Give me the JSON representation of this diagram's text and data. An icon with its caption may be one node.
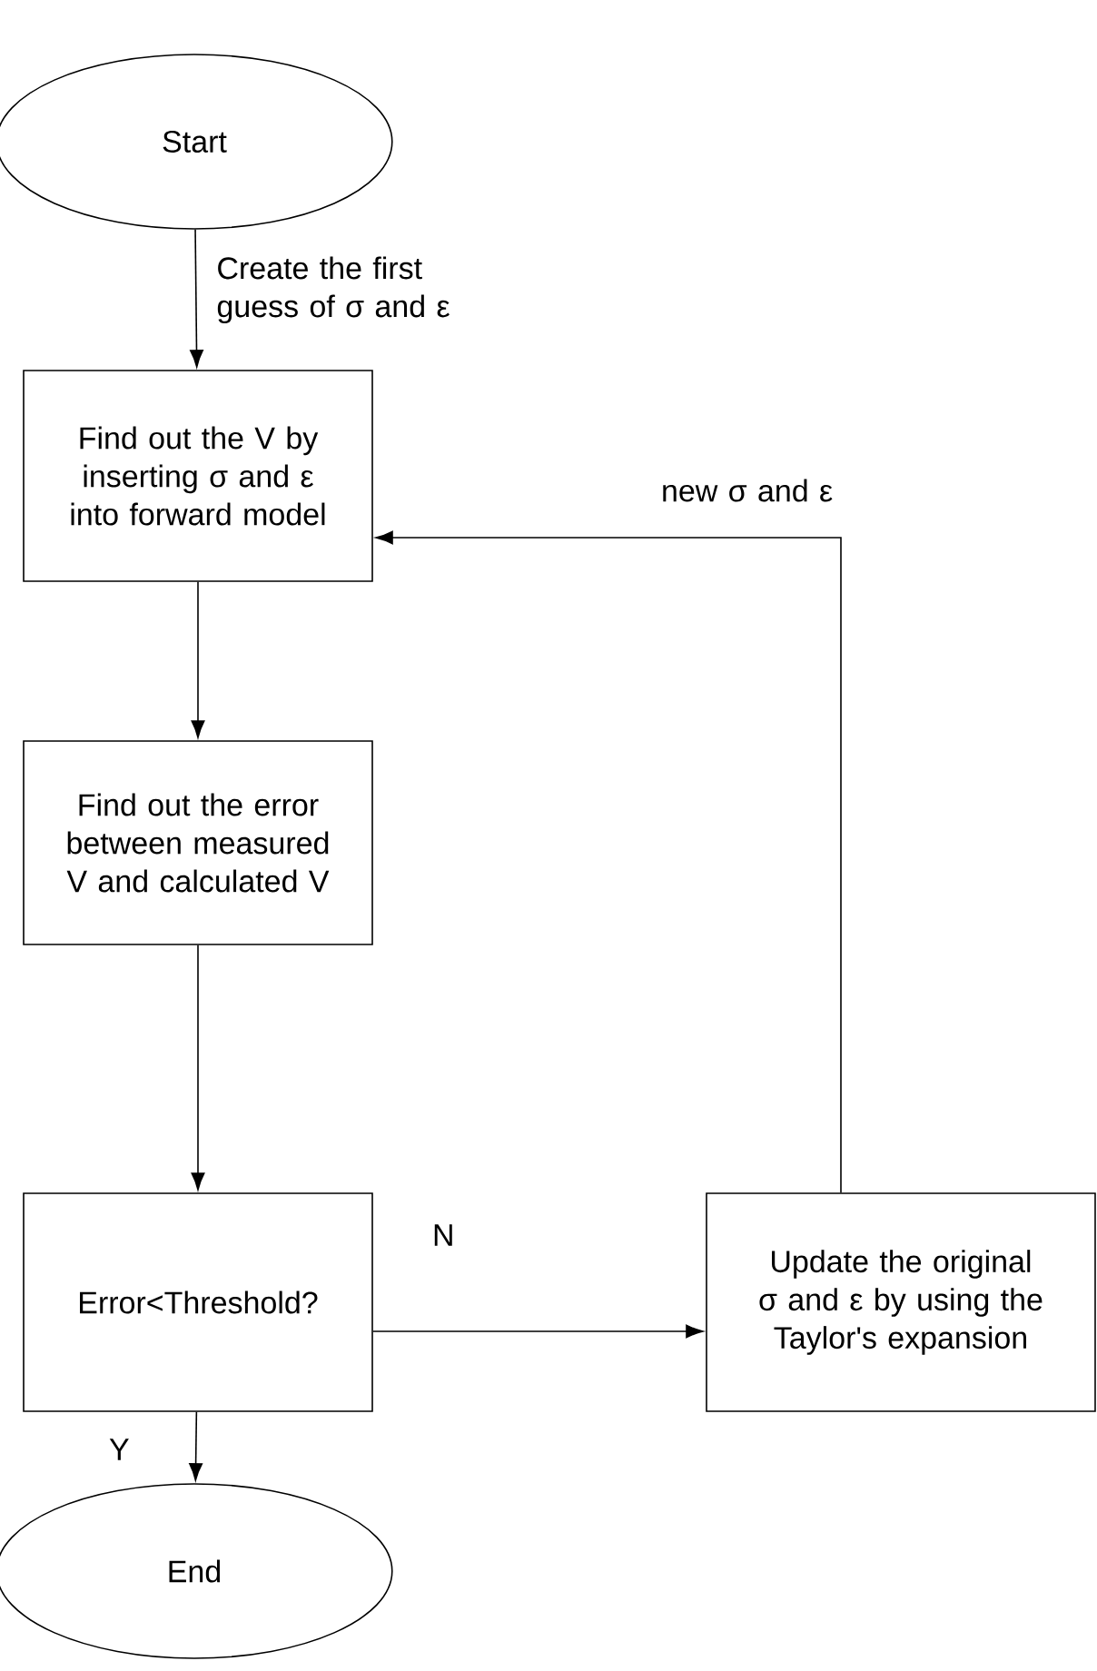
{
  "diagram": {
    "nodes": [
      {
        "text": [
          "Start"
        ]
      },
      {
        "text": [
          "Find out the V by inserting σ and ε into forward model"
        ]
      },
      {
        "text": [
          "Find out the error between measured V and calculated V"
        ]
      },
      {
        "text": [
          "Error<Threshold?"
        ]
      },
      {
        "text": [
          "Update the original σ and ε by using the Taylor's expansion"
        ]
      },
      {
        "text": [
          "End"
        ]
      }
    ],
    "edges": [
      {
        "from": 0,
        "to": 1,
        "arrow": "to",
        "label": "Create the first guess of σ and ε"
      },
      {
        "from": 1,
        "to": 2,
        "arrow": "to"
      },
      {
        "from": 2,
        "to": 3,
        "arrow": "to"
      },
      {
        "from": 3,
        "to": 4,
        "arrow": "to",
        "label": "N"
      },
      {
        "from": 4,
        "to": 1,
        "arrow": "to",
        "label": "new σ and ε"
      },
      {
        "from": 3,
        "to": 5,
        "arrow": "to",
        "label": "Y"
      }
    ]
  }
}
